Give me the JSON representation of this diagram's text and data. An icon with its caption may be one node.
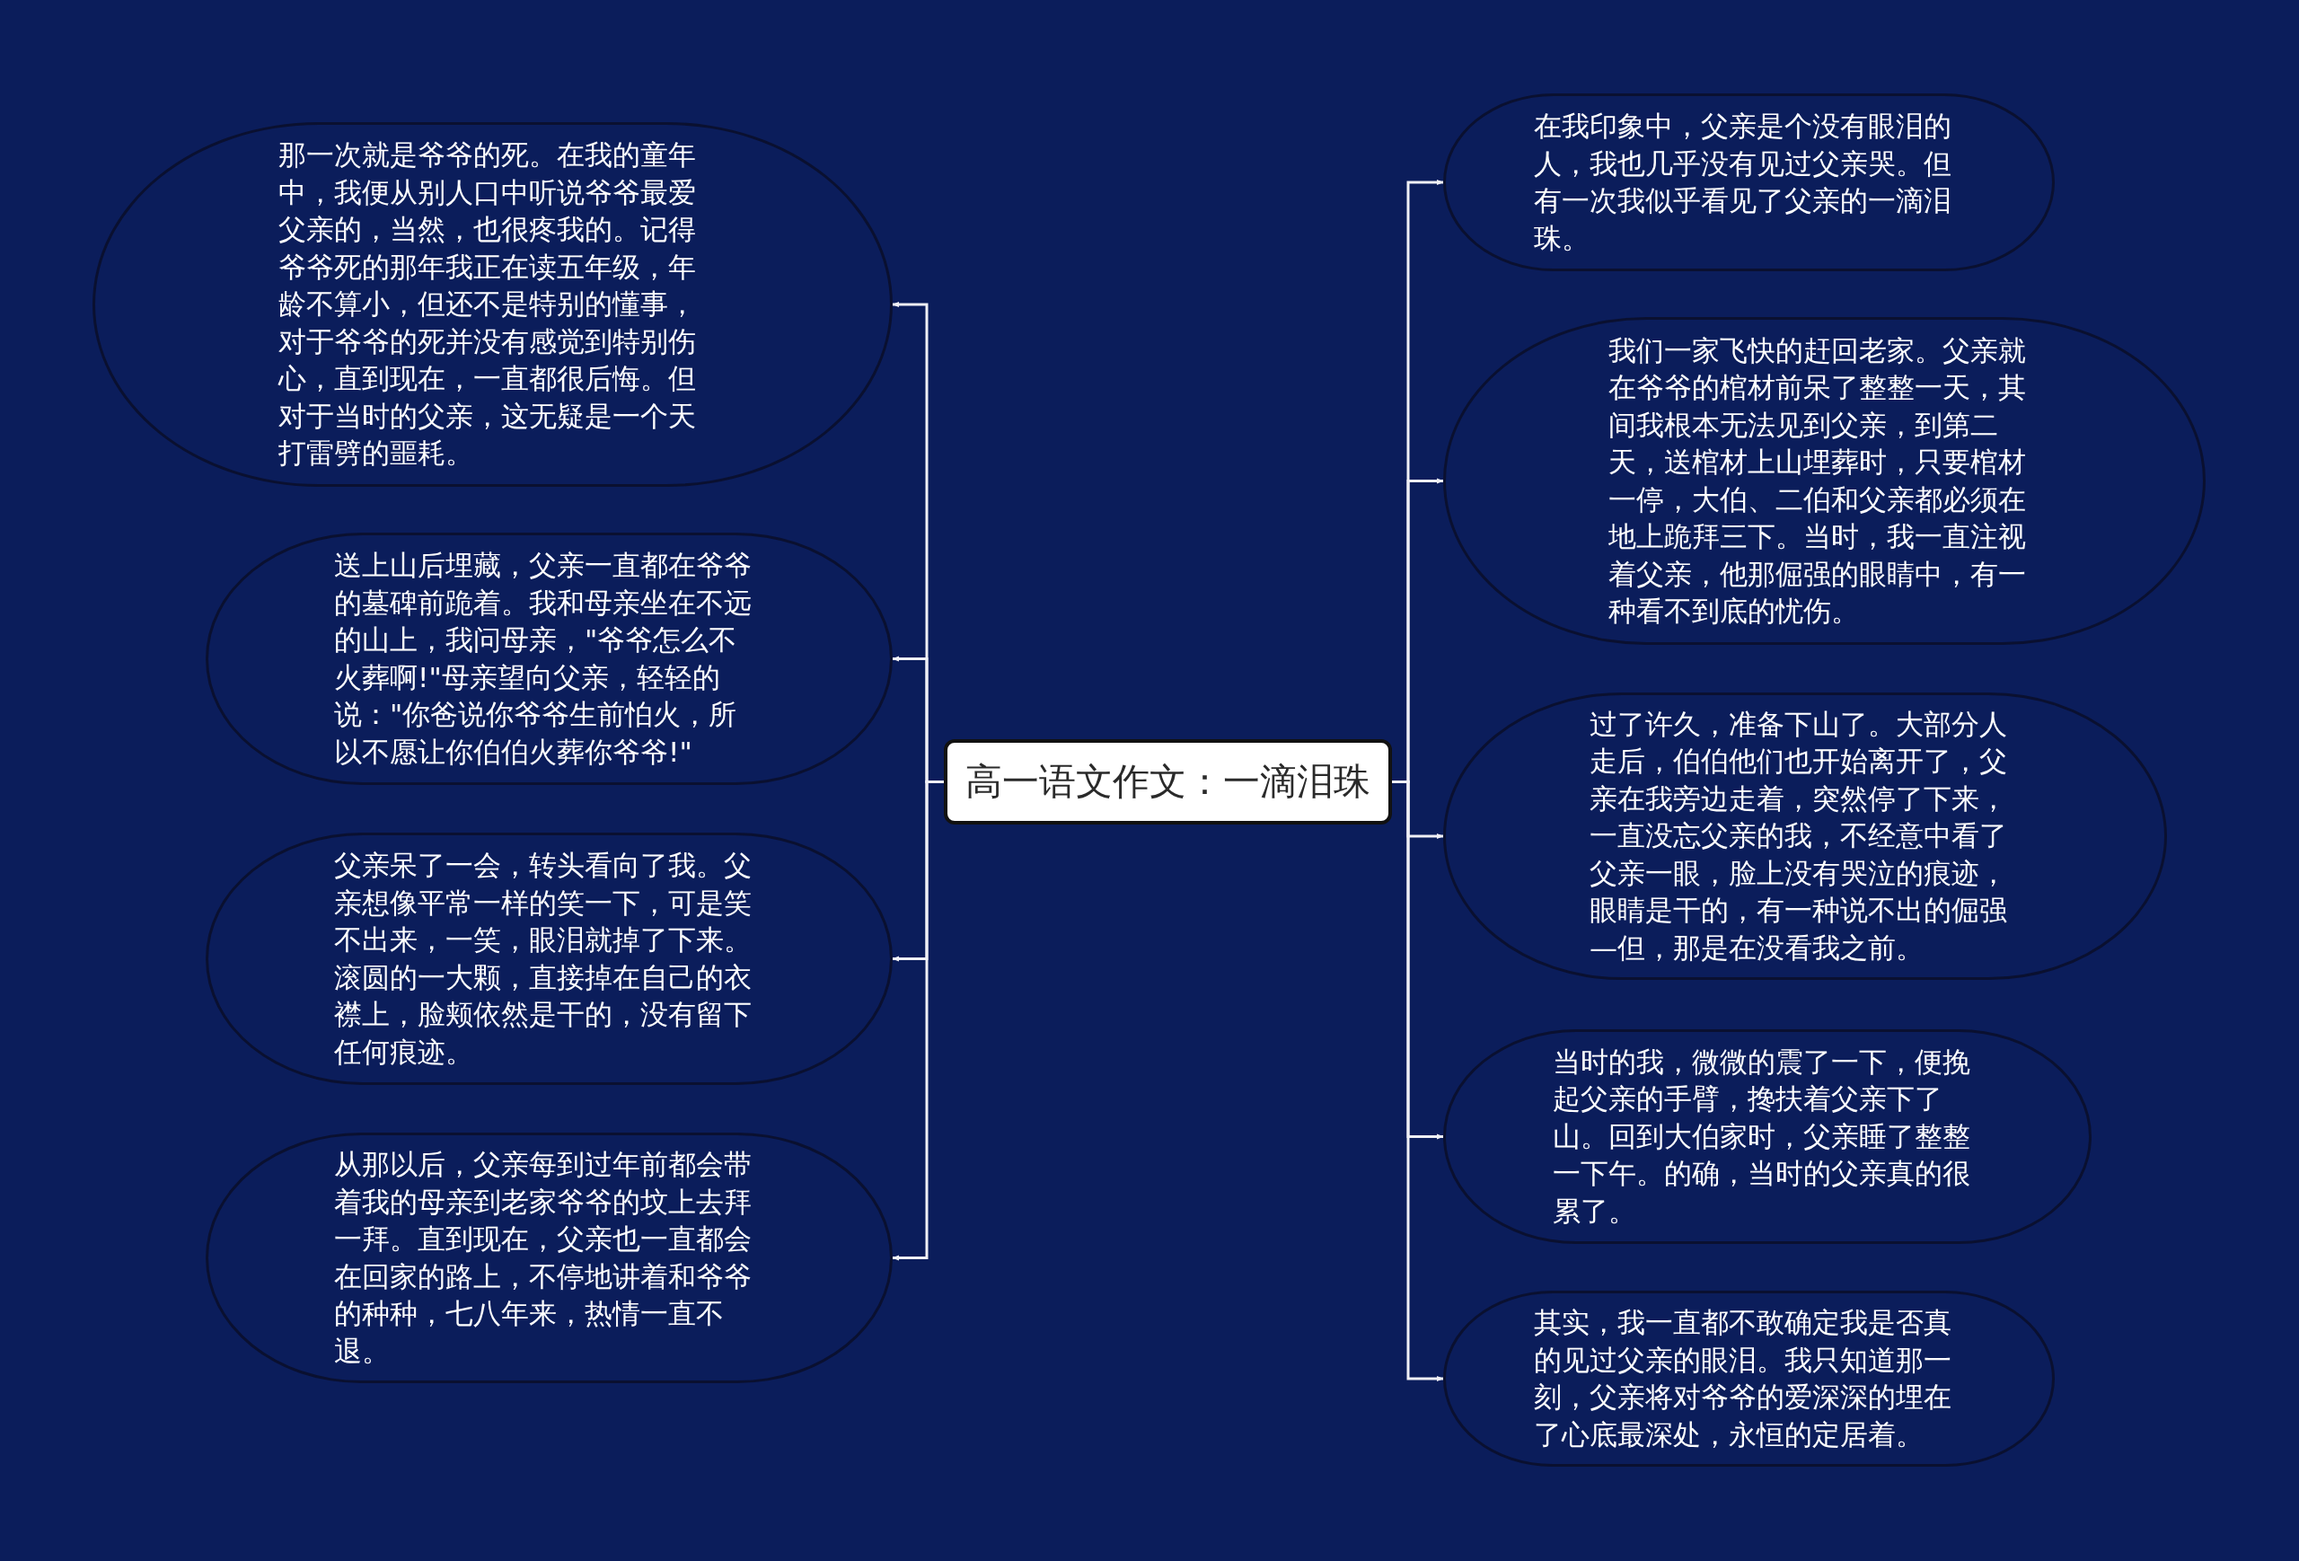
{
  "diagram": {
    "nodes": [
      {
        "text": [
          "高一语文作文：一滴泪珠"
        ]
      },
      {
        "text": [
          "那一次就是爷爷的死。在我的童年中，我便从别人口中听说爷爷最爱父亲的，当然，也很疼我的。记得爷爷死的那年我正在读五年级，年龄不算小，但还不是特别的懂事，对于爷爷的死并没有感觉到特别伤心，直到现在，一直都很后悔。但对于当时的父亲，这无疑是一个天打雷劈的噩耗。"
        ]
      },
      {
        "text": [
          "送上山后埋藏，父亲一直都在爷爷的墓碑前跪着。我和母亲坐在不远的山上，我问母亲，\"爷爷怎么不火葬啊!\"母亲望向父亲，轻轻的说：\"你爸说你爷爷生前怕火，所以不愿让你伯伯火葬你爷爷!\""
        ]
      },
      {
        "text": [
          "父亲呆了一会，转头看向了我。父亲想像平常一样的笑一下，可是笑不出来，一笑，眼泪就掉了下来。滚圆的一大颗，直接掉在自己的衣襟上，脸颊依然是干的，没有留下任何痕迹。"
        ]
      },
      {
        "text": [
          "从那以后，父亲每到过年前都会带着我的母亲到老家爷爷的坟上去拜一拜。直到现在，父亲也一直都会在回家的路上，不停地讲着和爷爷的种种，七八年来，热情一直不退。"
        ]
      },
      {
        "text": [
          "在我印象中，父亲是个没有眼泪的人，我也几乎没有见过父亲哭。但有一次我似乎看见了父亲的一滴泪珠。"
        ]
      },
      {
        "text": [
          "我们一家飞快的赶回老家。父亲就在爷爷的棺材前呆了整整一天，其间我根本无法见到父亲，到第二天，送棺材上山埋葬时，只要棺材一停，大伯、二伯和父亲都必须在地上跪拜三下。当时，我一直注视着父亲，他那倔强的眼睛中，有一种看不到底的忧伤。"
        ]
      },
      {
        "text": [
          "过了许久，准备下山了。大部分人走后，伯伯他们也开始离开了，父亲在我旁边走着，突然停了下来，一直没忘父亲的我，不经意中看了父亲一眼，脸上没有哭泣的痕迹，眼睛是干的，有一种说不出的倔强—但，那是在没看我之前。"
        ]
      },
      {
        "text": [
          "当时的我，微微的震了一下，便挽起父亲的手臂，搀扶着父亲下了山。回到大伯家时，父亲睡了整整一下午。的确，当时的父亲真的很累了。"
        ]
      },
      {
        "text": [
          "其实，我一直都不敢确定我是否真的见过父亲的眼泪。我只知道那一刻，父亲将对爷爷的爱深深的埋在了心底最深处，永恒的定居着。"
        ]
      }
    ],
    "edges": [
      {
        "from": 0,
        "to": 1,
        "arrow": "to"
      },
      {
        "from": 0,
        "to": 2,
        "arrow": "to"
      },
      {
        "from": 0,
        "to": 3,
        "arrow": "to"
      },
      {
        "from": 0,
        "to": 4,
        "arrow": "to"
      },
      {
        "from": 0,
        "to": 5,
        "arrow": "to"
      },
      {
        "from": 0,
        "to": 6,
        "arrow": "to"
      },
      {
        "from": 0,
        "to": 7,
        "arrow": "to"
      },
      {
        "from": 0,
        "to": 8,
        "arrow": "to"
      },
      {
        "from": 0,
        "to": 9,
        "arrow": "to"
      }
    ]
  }
}
